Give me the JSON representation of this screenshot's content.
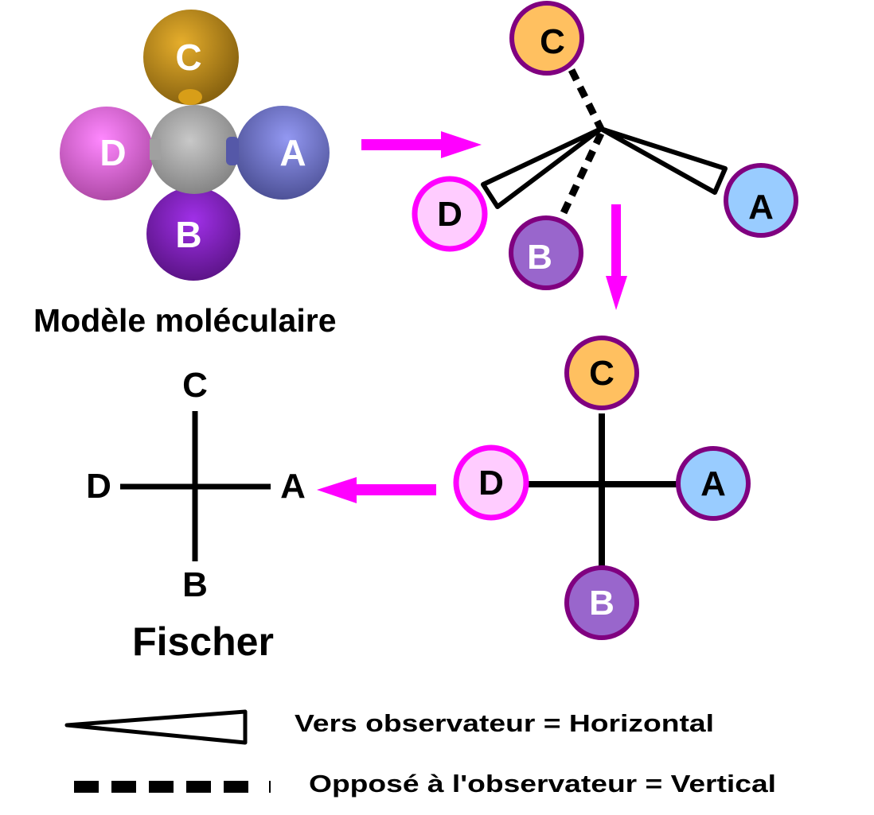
{
  "molecular_model": {
    "title": "Modèle moléculaire",
    "center_color": "#b8b8b8",
    "atoms": {
      "A": {
        "label": "A",
        "color": "#7b7fd8"
      },
      "B": {
        "label": "B",
        "color": "#8a22c8"
      },
      "C": {
        "label": "C",
        "color": "#c9961c"
      },
      "D": {
        "label": "D",
        "color": "#ee77ee"
      }
    }
  },
  "perspective": {
    "atoms": {
      "A": {
        "label": "A",
        "fill": "#99ccff",
        "stroke": "#800080"
      },
      "B": {
        "label": "B",
        "fill": "#9966cc",
        "stroke": "#800080"
      },
      "C": {
        "label": "C",
        "fill": "#ffc060",
        "stroke": "#800080"
      },
      "D": {
        "label": "D",
        "fill": "#ffccff",
        "stroke": "#ff00ff"
      }
    }
  },
  "cross_view": {
    "atoms": {
      "A": {
        "label": "A",
        "fill": "#99ccff",
        "stroke": "#800080"
      },
      "B": {
        "label": "B",
        "fill": "#9966cc",
        "stroke": "#800080"
      },
      "C": {
        "label": "C",
        "fill": "#ffc060",
        "stroke": "#800080"
      },
      "D": {
        "label": "D",
        "fill": "#ffccff",
        "stroke": "#ff00ff"
      }
    }
  },
  "fischer": {
    "title": "Fischer",
    "labels": {
      "top": "C",
      "bottom": "B",
      "left": "D",
      "right": "A"
    }
  },
  "arrows": {
    "color": "#ff00ff"
  },
  "legend": {
    "wedge_text": "Vers observateur = Horizontal",
    "dash_text": "Opposé à l'observateur = Vertical"
  }
}
